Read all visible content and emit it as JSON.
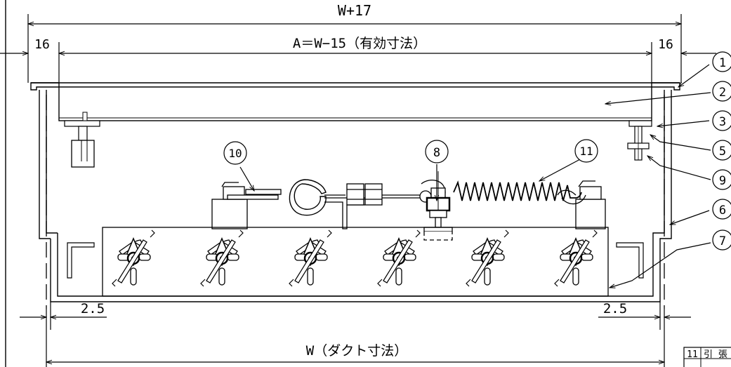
{
  "dimensions": {
    "overall_width": "W+17",
    "effective_width": "A＝W−15（有効寸法）",
    "flange_left": "16",
    "flange_right": "16",
    "clearance_left": "2.5",
    "clearance_right": "2.5",
    "duct_width": "W（ダクト寸法）"
  },
  "callouts": [
    "1",
    "2",
    "3",
    "5",
    "9",
    "6",
    "7",
    "10",
    "8",
    "11"
  ],
  "parts_table": {
    "number": "11",
    "name_fragment": "引 張"
  }
}
